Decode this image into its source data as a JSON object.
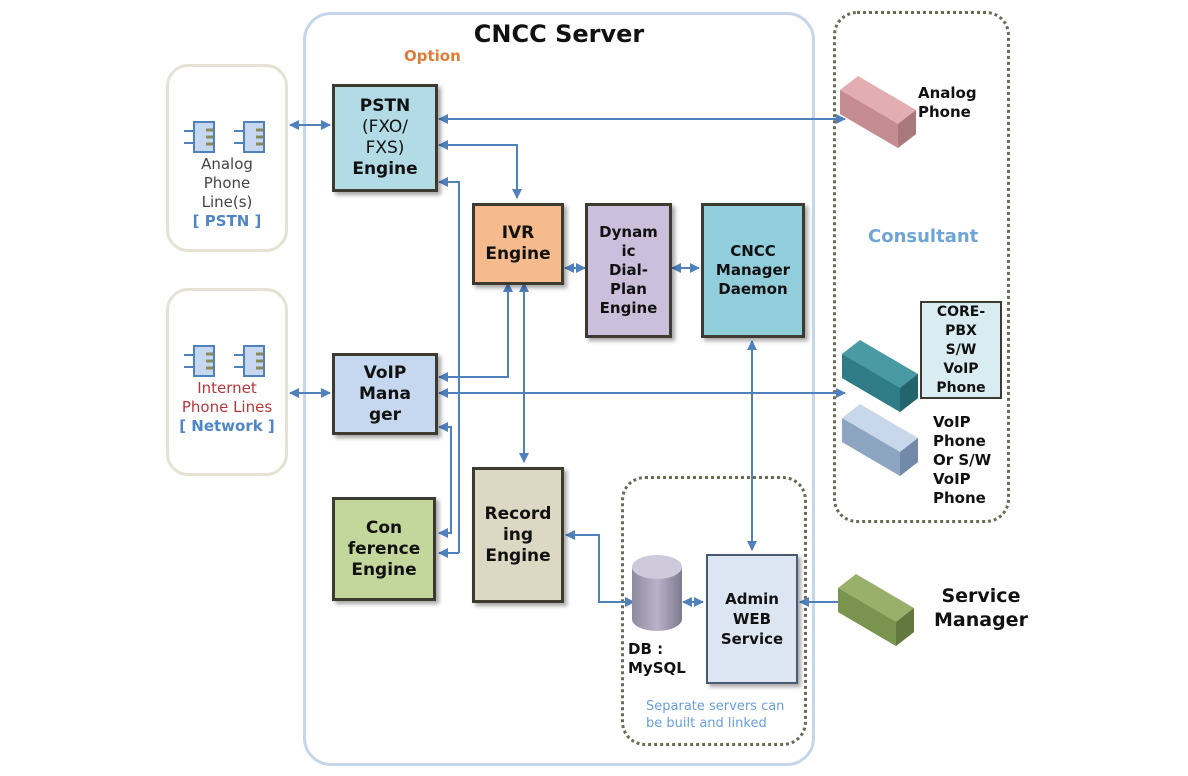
{
  "server": {
    "title": "CNCC Server",
    "option_label": "Option"
  },
  "left_boxes": {
    "pstn": {
      "lines": [
        "Analog",
        "Phone",
        "Line(s)"
      ],
      "tag": "[ PSTN ]"
    },
    "network": {
      "lines": [
        "Internet",
        "Phone Lines"
      ],
      "tag": "[ Network ]"
    }
  },
  "nodes": {
    "pstn_engine": {
      "lines": [
        "PSTN",
        "(FXO/",
        "FXS)",
        "Engine"
      ],
      "color": "#b3dbe6"
    },
    "ivr_engine": {
      "lines": [
        "IVR",
        "Engine"
      ],
      "color": "#f6bb8d"
    },
    "dialplan_engine": {
      "lines": [
        "Dynam",
        "ic",
        "Dial-",
        "Plan",
        "Engine"
      ],
      "color": "#cbbfdb"
    },
    "manager_daemon": {
      "lines": [
        "CNCC",
        "Manager",
        "Daemon"
      ],
      "color": "#92cddc"
    },
    "voip_manager": {
      "lines": [
        "VoIP",
        "Mana",
        "ger"
      ],
      "color": "#c6d8ef"
    },
    "conference_engine": {
      "lines": [
        "Con",
        "ference",
        "Engine"
      ],
      "color": "#c3d69b"
    },
    "recording_engine": {
      "lines": [
        "Record",
        "ing",
        "Engine"
      ],
      "color": "#ddd8c4"
    },
    "admin_web": {
      "lines": [
        "Admin",
        "WEB",
        "Service"
      ],
      "color": "#dce6f2"
    },
    "core_pbx": {
      "lines": [
        "CORE-",
        "PBX",
        "S/W",
        "VoIP",
        "Phone"
      ],
      "color": "#d9ecf2"
    }
  },
  "db": {
    "lines": [
      "DB :",
      "MySQL"
    ]
  },
  "separate_note": {
    "lines": [
      "Separate servers can",
      "be built and linked"
    ]
  },
  "consultant": {
    "label": "Consultant",
    "analog_phone": [
      "Analog",
      "Phone"
    ],
    "voip_phone": [
      "VoIP",
      "Phone",
      "Or S/W",
      "VoIP",
      "Phone"
    ]
  },
  "service_manager": {
    "lines": [
      "Service",
      "Manager"
    ]
  },
  "colors": {
    "arrow": "#4f81bd",
    "server_border": "#c6d6ea",
    "option": "#e07b39",
    "consultant": "#6ea4d6"
  }
}
